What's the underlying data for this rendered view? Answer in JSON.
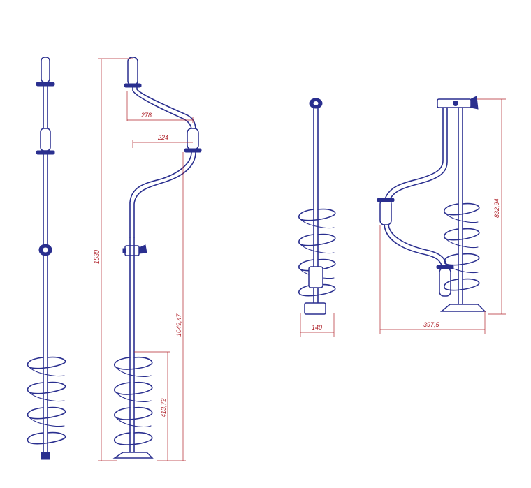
{
  "diagram": {
    "dimensions": {
      "total_height": "1530",
      "handle_offset_upper": "278",
      "handle_offset_lower": "224",
      "shaft_length": "1049,47",
      "auger_length": "413,72",
      "folded_width": "140",
      "folded_length": "397,5",
      "folded_height": "832,94"
    },
    "colors": {
      "drawing": "#2a2f8f",
      "dimension": "#b0242c",
      "background": "#ffffff"
    }
  }
}
